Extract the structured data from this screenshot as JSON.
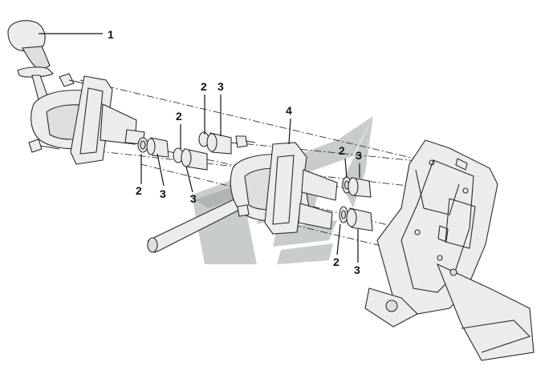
{
  "diagram": {
    "callouts": {
      "c1": "1",
      "c2a": "2",
      "c3a": "3",
      "c2b": "2",
      "c3b": "3",
      "c2c": "2",
      "c3c": "3",
      "c4": "4",
      "c2d": "2",
      "c3d": "3",
      "c2e": "2",
      "c3e": "3"
    },
    "colors": {
      "line": "#2b2b2b",
      "part_fill": "#ececec",
      "watermark": "#9aa3a3"
    }
  }
}
